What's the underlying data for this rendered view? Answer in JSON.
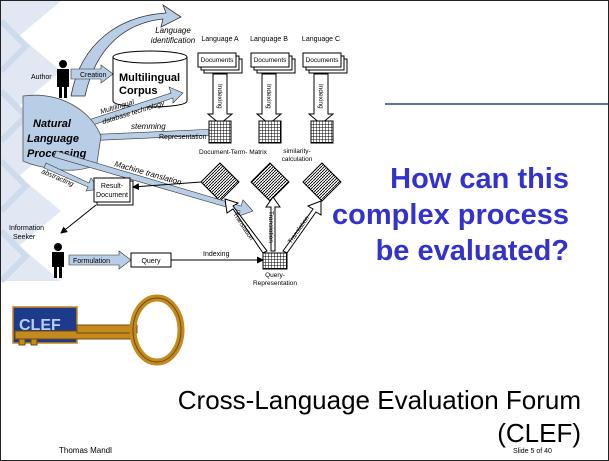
{
  "diagram": {
    "labels": {
      "lang_id": [
        "Language",
        "identification"
      ],
      "author": "Author",
      "creation": "Creation",
      "corpus": [
        "Multilingual",
        "Corpus"
      ],
      "multilingual_tech": [
        "Multilingual",
        "database technology"
      ],
      "stemming": "stemming",
      "nlp": [
        "Natural",
        "Language",
        "Processing"
      ],
      "representation": "Representation",
      "abstracting": "abstracting",
      "machine_translation": "Machine translation",
      "result_doc": [
        "Result-",
        "Document"
      ],
      "info_seeker": [
        "Information",
        "Seeker"
      ],
      "formulation": "Formulation",
      "query": "Query",
      "indexing_bottom": "Indexing",
      "query_rep": [
        "Query-",
        "Representation"
      ],
      "dtm": "Document-Term- Matrix",
      "similarity": [
        "similarity-",
        "calculation"
      ],
      "translation_left": "Translation",
      "translation_mid": "Translation",
      "translation_right": "Translation"
    },
    "languages": [
      {
        "name": "Language A",
        "documents": "Documents",
        "indexing": "Indexing"
      },
      {
        "name": "Language B",
        "documents": "Documents",
        "indexing": "Indexing"
      },
      {
        "name": "Language C",
        "documents": "Documents",
        "indexing": "Indexing"
      }
    ]
  },
  "logo_text": "CLEF",
  "question": "How can this complex process be evaluated?",
  "subtitle": "Cross-Language Evaluation Forum (CLEF)",
  "author": "Thomas Mandl",
  "slide_number": "Slide 5 of 40",
  "colors": {
    "question": "#3333cc",
    "accent_line": "#5577aa",
    "arrow_fill": "#b8cde6",
    "logo_bg": "#1e3a8a",
    "key": "#c58a1e"
  }
}
